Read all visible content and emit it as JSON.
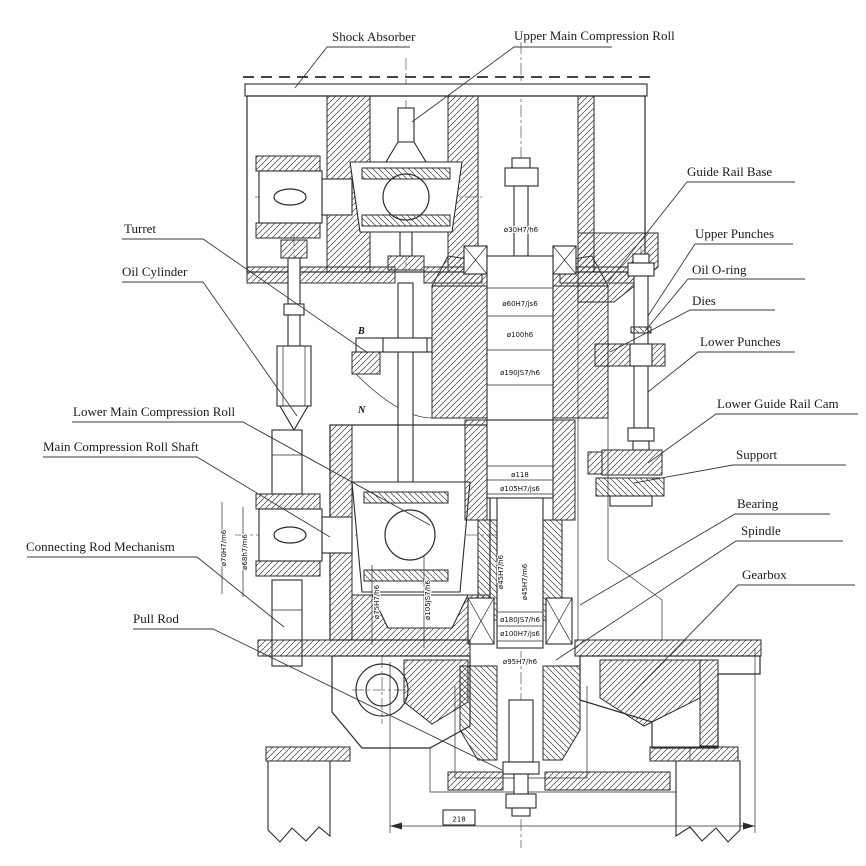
{
  "labels": {
    "shock_absorber": "Shock Absorber",
    "upper_main_compression_roll": "Upper Main Compression Roll",
    "guide_rail_base": "Guide Rail Base",
    "upper_punches": "Upper Punches",
    "oil_o_ring": "Oil O-ring",
    "dies": "Dies",
    "lower_punches": "Lower Punches",
    "lower_guide_rail_cam": "Lower Guide Rail Cam",
    "support": "Support",
    "bearing": "Bearing",
    "spindle": "Spindle",
    "gearbox": "Gearbox",
    "turret": "Turret",
    "oil_cylinder": "Oil Cylinder",
    "lower_main_compression_roll": "Lower Main Compression Roll",
    "main_compression_roll_shaft": "Main Compression Roll Shaft",
    "connecting_rod_mechanism": "Connecting Rod Mechanism",
    "pull_rod": "Pull Rod"
  },
  "dims": {
    "upper_punch_shank": "ø30H7/h6",
    "die_seat": "ø60H7/js6",
    "turret_center_bore": "ø100h6",
    "turret_seat": "ø190JS7/h6",
    "spindle_shoulder": "ø118",
    "spindle_seat_upper": "ø105H7/js6",
    "roll_pin_left": "ø45H7/h6",
    "roll_pin_right": "ø45H7/m6",
    "bearing_seat": "ø180JS7/h6",
    "bearing_bore": "ø100H7/js6",
    "spindle_seat_lower": "ø95H7/h6",
    "shaft_fit_outer": "ø70H7/m6",
    "shaft_fit_inner": "ø68h7/m6",
    "lower_roll_bore": "ø75H7/h6",
    "lower_roll_seat": "ø105JS7/h6",
    "base_width": "218"
  },
  "marks": {
    "section_b": "B",
    "section_n": "N"
  },
  "colors": {
    "line": "#2b2b2b",
    "background": "#ffffff"
  }
}
